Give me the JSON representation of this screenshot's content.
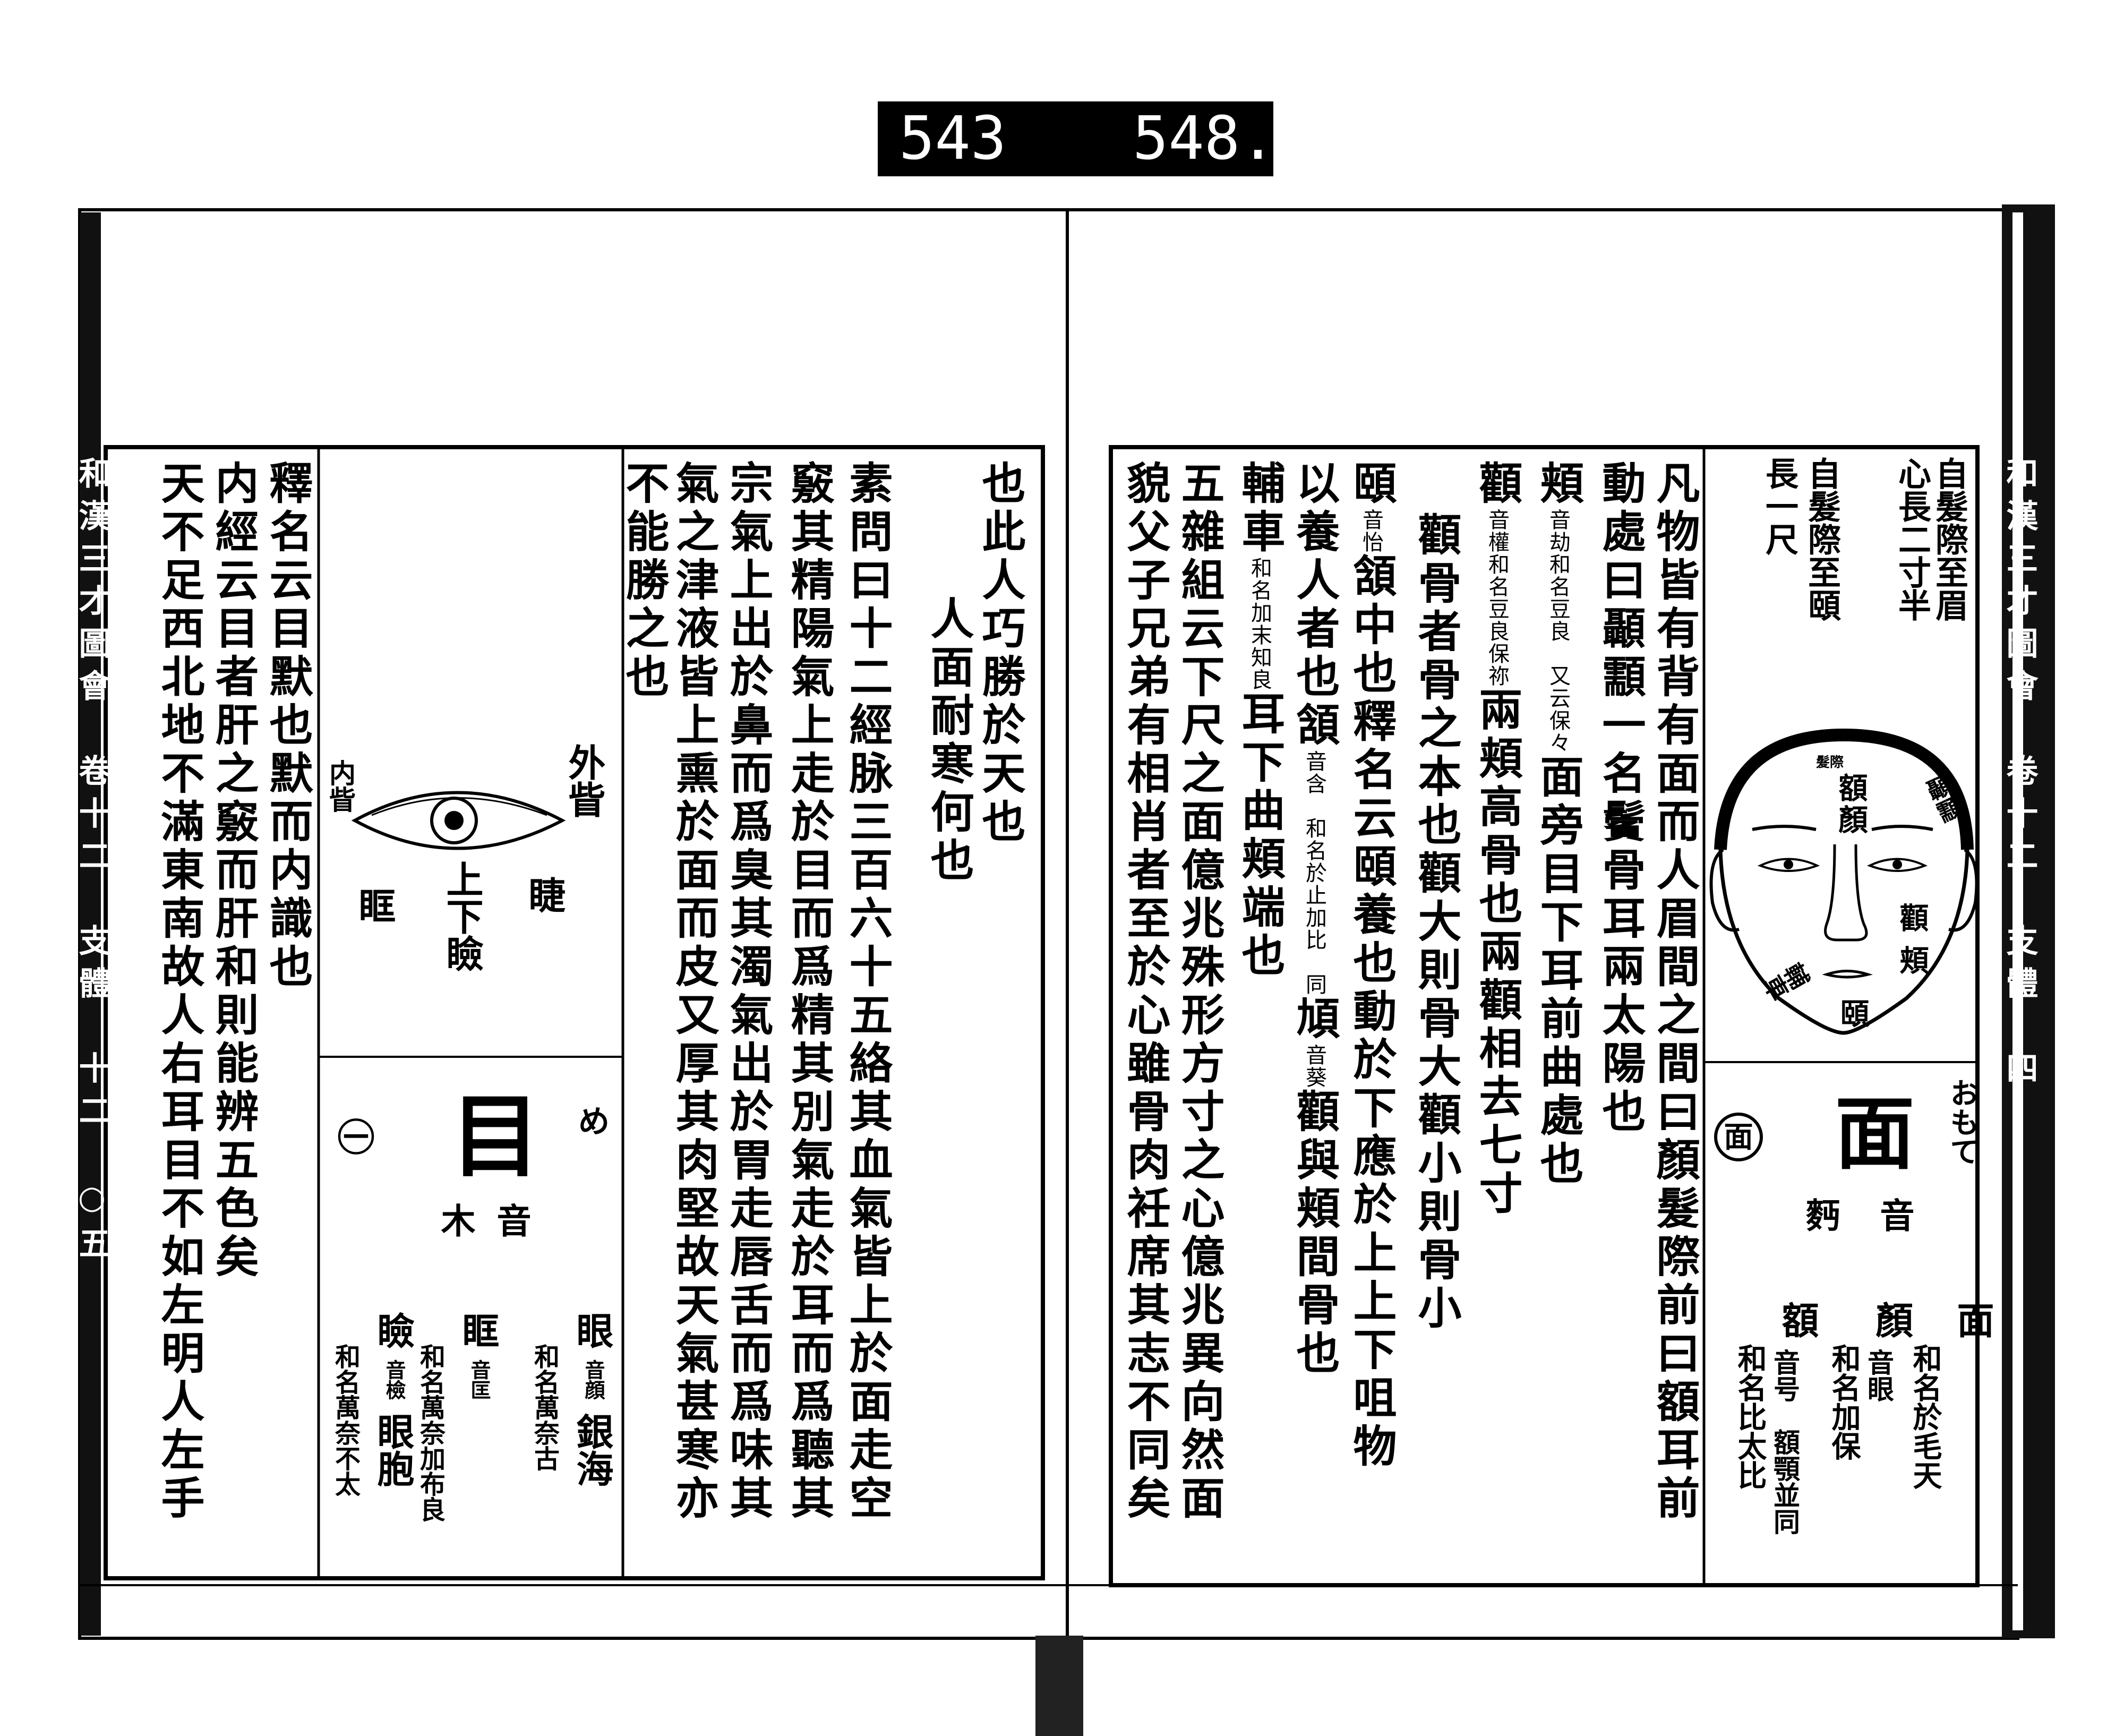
{
  "archive_label": {
    "left_number": "543",
    "right_number": "548."
  },
  "left_page": {
    "margin_title": "和漢三才圖會　卷十二　支體　十二　○五",
    "text_columns": [
      [
        {
          "t": "也此人巧勝於天也"
        }
      ],
      [
        {
          "t": "人面耐寒何也"
        }
      ],
      [
        {
          "t": "素問曰十二經脉三百六十五絡其血氣皆上於面走空"
        }
      ],
      [
        {
          "t": "竅其精陽氣上走於目而爲精其別氣走於耳而爲聽其"
        }
      ],
      [
        {
          "t": "宗氣上出於鼻而爲臭其濁氣出於胃走唇舌而爲味其"
        }
      ],
      [
        {
          "t": "氣之津液皆上熏於面而皮又厚其肉堅故天氣甚寒亦"
        }
      ],
      [
        {
          "t": "不能勝之也"
        }
      ]
    ],
    "side_columns": [
      [
        {
          "t": "釋名云目默也默而内識也"
        }
      ],
      [
        {
          "t": "内經云目者肝之竅而肝和則能辨五色矣"
        }
      ],
      [
        {
          "t": "天不足西北地不滿東南故人右耳目不如左明人左手"
        }
      ]
    ],
    "eye_diagram": {
      "outer_corner": "外眥",
      "inner_corner": "内眥",
      "eyelash": "睫",
      "eye_socket": "眶",
      "eyelids": "上下瞼"
    },
    "entry": {
      "heading": "目",
      "reading": "め",
      "mark": "㊀",
      "on_label": "音",
      "on_value": "木",
      "sub_entries": [
        {
          "word": "眼",
          "note": "音顔",
          "alt": "銀海",
          "wamei": "和名萬奈古"
        },
        {
          "word": "眶",
          "note": "音匡",
          "alt": "",
          "wamei": "和名萬奈加布良"
        },
        {
          "word": "瞼",
          "note": "音檢",
          "alt": "眼胞",
          "wamei": "和名萬奈不太"
        }
      ]
    }
  },
  "right_page": {
    "margin_title": "和漢三才圖會　卷十二　支體　四",
    "text_columns": [
      [
        {
          "t": "凡物皆有背有面而人眉間之間曰顏髮際前曰額耳前"
        }
      ],
      [
        {
          "t": "動處曰顳顬一名鬢骨耳兩太陽也"
        }
      ],
      [
        {
          "t": "頬"
        },
        {
          "g": "音劫"
        },
        {
          "g": "和名豆良　又云保々"
        },
        {
          "t": "面旁目下耳前曲處也"
        }
      ],
      [
        {
          "t": "顴"
        },
        {
          "g": "音權"
        },
        {
          "g": "和名豆良保祢"
        },
        {
          "t": "兩頬高骨也兩顴相去七寸"
        }
      ],
      [
        {
          "t": "顴骨者骨之本也顴大則骨大顴小則骨小"
        }
      ],
      [
        {
          "t": "頤"
        },
        {
          "g": "音怡"
        },
        {
          "t": "頷中也釋名云頤養也動於下應於上上下咀物"
        }
      ],
      [
        {
          "t": "以養人者也頷"
        },
        {
          "g": "音含　和名於止加比　同"
        },
        {
          "t": "頄"
        },
        {
          "g": "音葵"
        },
        {
          "t": "顴與頬間骨也"
        }
      ],
      [
        {
          "t": "輔車"
        },
        {
          "g": "和名加末知良"
        },
        {
          "t": "耳下曲頬端也"
        }
      ],
      [
        {
          "t": "五雜組云下尺之面億兆殊形方寸之心億兆異向然面"
        }
      ],
      [
        {
          "t": "貌父子兄弟有相肖者至於心雖骨肉衽席其志不同矣"
        }
      ]
    ],
    "figure_notes": [
      "自髮際至眉",
      "心長二寸半",
      "自髮際至頤",
      "長一尺"
    ],
    "face_labels": {
      "forehead": "額",
      "brow_center": "顏",
      "temple": "顳顬",
      "cheekbone": "顴",
      "cheek": "頬",
      "chin": "頤",
      "jaw": "輔車",
      "hairline": "髮際"
    },
    "entry": {
      "heading": "面",
      "reading": "おもて",
      "mark": "面",
      "on_label": "音",
      "on_value": "麪",
      "sub_entries": [
        {
          "word": "面",
          "note": "",
          "wamei": "和名於毛天"
        },
        {
          "word": "顏",
          "note": "音眼",
          "wamei": "和名加保"
        },
        {
          "word": "額",
          "note": "音号　額顎並同",
          "wamei": "和名比太比"
        }
      ]
    }
  }
}
